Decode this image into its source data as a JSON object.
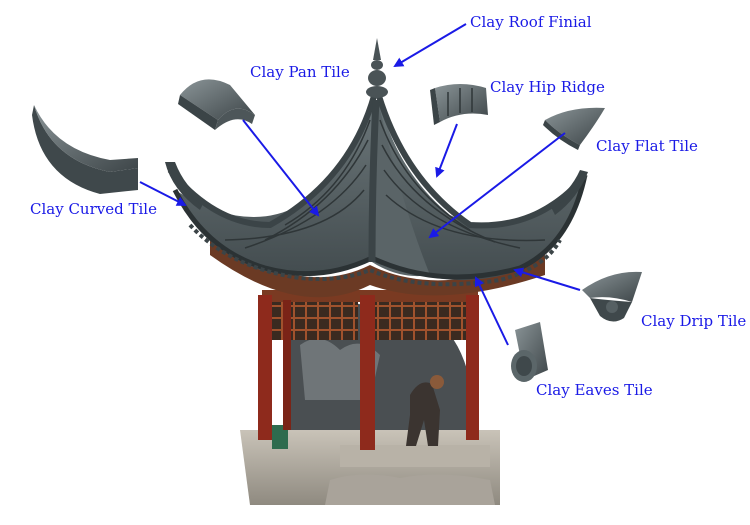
{
  "colors": {
    "label_text": "#1a1ae6",
    "arrow": "#1a1ae6",
    "tile": "#5b6669",
    "tile_dark": "#3b4447",
    "column": "#8e2a1c",
    "lattice": "#a0522d"
  },
  "labels": {
    "roof_finial": "Clay Roof Finial",
    "pan_tile": "Clay Pan Tile",
    "hip_ridge": "Clay Hip Ridge",
    "flat_tile": "Clay Flat Tile",
    "curved_tile": "Clay Curved Tile",
    "drip_tile": "Clay Drip Tile",
    "eaves_tile": "Clay Eaves Tile"
  }
}
